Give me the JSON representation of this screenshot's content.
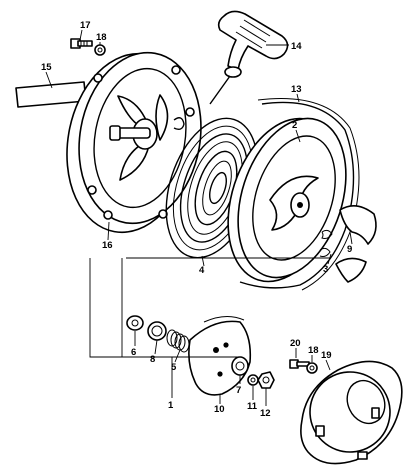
{
  "callouts": {
    "c1": "1",
    "c2": "2",
    "c3": "3",
    "c4": "4",
    "c5": "5",
    "c6": "6",
    "c7": "7",
    "c8": "8",
    "c9": "9",
    "c10": "10",
    "c11": "11",
    "c12": "12",
    "c13": "13",
    "c14": "14",
    "c15": "15",
    "c16": "16",
    "c17": "17",
    "c18a": "18",
    "c18b": "18",
    "c19": "19",
    "c20": "20"
  },
  "colors": {
    "ink": "#000000",
    "paper": "#ffffff"
  }
}
